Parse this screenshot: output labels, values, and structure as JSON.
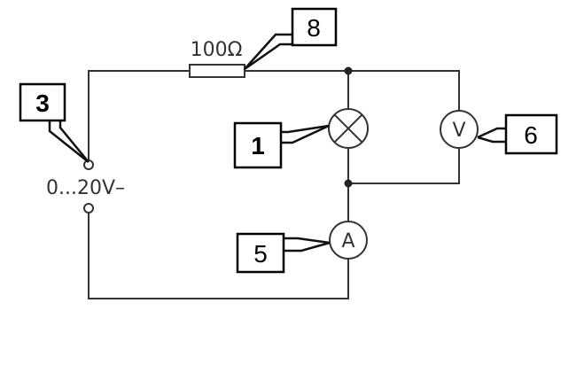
{
  "circuit": {
    "resistor_label": "100Ω",
    "source_label": "0...20V–",
    "voltmeter_symbol": "V",
    "ammeter_symbol": "A"
  },
  "callouts": [
    {
      "id": "source",
      "text": "3",
      "bold": true
    },
    {
      "id": "resistor",
      "text": "8",
      "bold": false
    },
    {
      "id": "lamp",
      "text": "1",
      "bold": true
    },
    {
      "id": "voltmeter",
      "text": "6",
      "bold": false
    },
    {
      "id": "ammeter",
      "text": "5",
      "bold": false
    }
  ],
  "colors": {
    "wire": "#333333",
    "label_border": "#000000",
    "background": "#ffffff"
  }
}
